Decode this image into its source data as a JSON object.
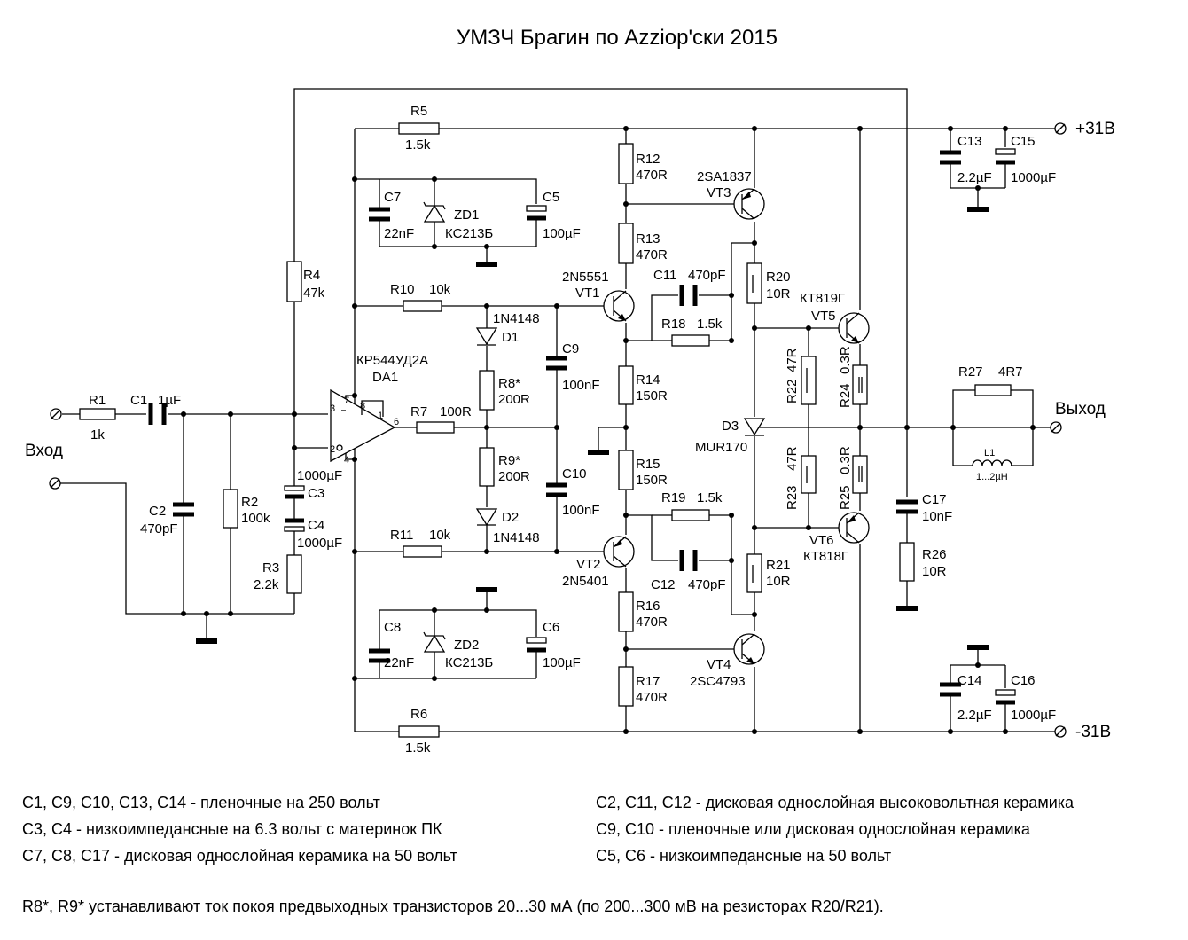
{
  "title": "УМЗЧ  Брагин  по  Azziop'ски  2015",
  "terminals": {
    "vplus": "+31В",
    "vminus": "-31В",
    "input": "Вход",
    "output": "Выход"
  },
  "resistors": {
    "r1": {
      "ref": "R1",
      "val": "1k"
    },
    "r2": {
      "ref": "R2",
      "val": "100k"
    },
    "r3": {
      "ref": "R3",
      "val": "2.2k"
    },
    "r4": {
      "ref": "R4",
      "val": "47k"
    },
    "r5": {
      "ref": "R5",
      "val": "1.5k"
    },
    "r6": {
      "ref": "R6",
      "val": "1.5k"
    },
    "r7": {
      "ref": "R7",
      "val": "100R"
    },
    "r8": {
      "ref": "R8*",
      "val": "200R"
    },
    "r9": {
      "ref": "R9*",
      "val": "200R"
    },
    "r10": {
      "ref": "R10",
      "val": "10k"
    },
    "r11": {
      "ref": "R11",
      "val": "10k"
    },
    "r12": {
      "ref": "R12",
      "val": "470R"
    },
    "r13": {
      "ref": "R13",
      "val": "470R"
    },
    "r14": {
      "ref": "R14",
      "val": "150R"
    },
    "r15": {
      "ref": "R15",
      "val": "150R"
    },
    "r16": {
      "ref": "R16",
      "val": "470R"
    },
    "r17": {
      "ref": "R17",
      "val": "470R"
    },
    "r18": {
      "ref": "R18",
      "val": "1.5k"
    },
    "r19": {
      "ref": "R19",
      "val": "1.5k"
    },
    "r20": {
      "ref": "R20",
      "val": "10R"
    },
    "r21": {
      "ref": "R21",
      "val": "10R"
    },
    "r22": {
      "ref": "R22",
      "val": "47R"
    },
    "r23": {
      "ref": "R23",
      "val": "47R"
    },
    "r24": {
      "ref": "R24",
      "val": "0.3R"
    },
    "r25": {
      "ref": "R25",
      "val": "0.3R"
    },
    "r26": {
      "ref": "R26",
      "val": "10R"
    },
    "r27": {
      "ref": "R27",
      "val": "4R7"
    }
  },
  "capacitors": {
    "c1": {
      "ref": "C1",
      "val": "1µF"
    },
    "c2": {
      "ref": "C2",
      "val": "470pF"
    },
    "c3": {
      "ref": "C3",
      "val": "1000µF"
    },
    "c4": {
      "ref": "C4",
      "val": "1000µF"
    },
    "c5": {
      "ref": "C5",
      "val": "100µF"
    },
    "c6": {
      "ref": "C6",
      "val": "100µF"
    },
    "c7": {
      "ref": "C7",
      "val": "22nF"
    },
    "c8": {
      "ref": "C8",
      "val": "22nF"
    },
    "c9": {
      "ref": "C9",
      "val": "100nF"
    },
    "c10": {
      "ref": "C10",
      "val": "100nF"
    },
    "c11": {
      "ref": "C11",
      "val": "470pF"
    },
    "c12": {
      "ref": "C12",
      "val": "470pF"
    },
    "c13": {
      "ref": "C13",
      "val": "2.2µF"
    },
    "c14": {
      "ref": "C14",
      "val": "2.2µF"
    },
    "c15": {
      "ref": "C15",
      "val": "1000µF"
    },
    "c16": {
      "ref": "C16",
      "val": "1000µF"
    },
    "c17": {
      "ref": "C17",
      "val": "10nF"
    }
  },
  "semis": {
    "d1": {
      "ref": "D1",
      "val": "1N4148"
    },
    "d2": {
      "ref": "D2",
      "val": "1N4148"
    },
    "d3": {
      "ref": "D3",
      "val": "MUR170"
    },
    "zd1": {
      "ref": "ZD1",
      "val": "КС213Б"
    },
    "zd2": {
      "ref": "ZD2",
      "val": "КС213Б"
    },
    "vt1": {
      "ref": "VT1",
      "val": "2N5551"
    },
    "vt2": {
      "ref": "VT2",
      "val": "2N5401"
    },
    "vt3": {
      "ref": "VT3",
      "val": "2SA1837"
    },
    "vt4": {
      "ref": "VT4",
      "val": "2SC4793"
    },
    "vt5": {
      "ref": "VT5",
      "val": "КТ819Г"
    },
    "vt6": {
      "ref": "VT6",
      "val": "КТ818Г"
    },
    "da1": {
      "ref": "DA1",
      "val": "КР544УД2А"
    }
  },
  "l1": {
    "ref": "L1",
    "val": "1...2µH"
  },
  "opamp_pins": [
    "7",
    "8",
    "1",
    "3",
    "2",
    "6",
    "4"
  ],
  "notes": {
    "left": [
      "C1, C9, C10, C13, C14  -  пленочные на 250 вольт",
      "C3, C4  -  низкоимпедансные на 6.3 вольт с материнок ПК",
      "C7, C8, C17  -  дисковая однослойная керамика на 50 вольт"
    ],
    "right": [
      "C2, C11, C12  -  дисковая однослойная высоковольтная керамика",
      "C9, C10  -  пленочные или дисковая однослойная керамика",
      "C5, C6  -  низкоимпедансные на 50 вольт"
    ],
    "footer": "R8*, R9* устанавливают ток покоя предвыходных транзисторов 20...30 мА (по 200...300 мВ на резисторах R20/R21)."
  }
}
